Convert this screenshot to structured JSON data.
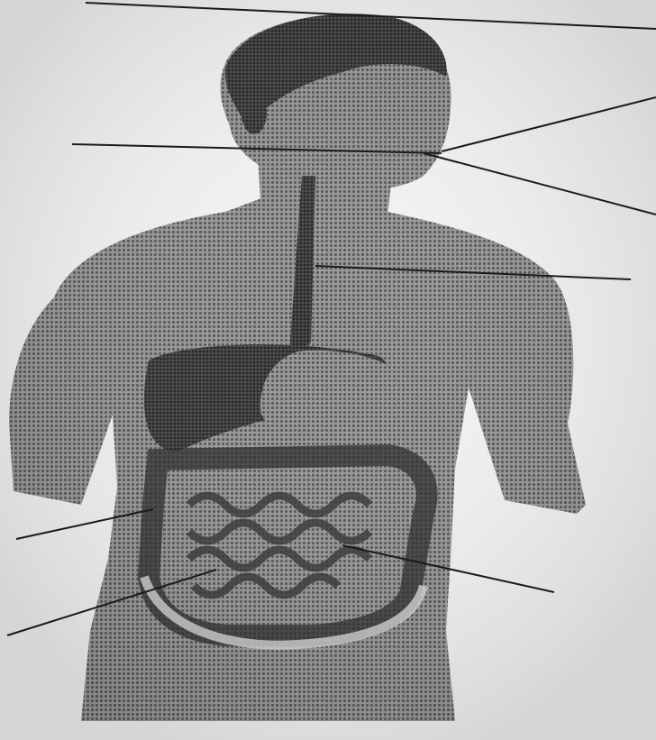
{
  "diagram": {
    "subject": "human-digestive-system",
    "style": "halftone-engraving",
    "labels": [
      {
        "id": "top",
        "text": ""
      },
      {
        "id": "left-mouth",
        "text": ""
      },
      {
        "id": "right-mouth-upper",
        "text": ""
      },
      {
        "id": "right-mouth-lower",
        "text": ""
      },
      {
        "id": "esophagus",
        "text": ""
      },
      {
        "id": "left-upper-abdomen",
        "text": ""
      },
      {
        "id": "left-lower-abdomen",
        "text": ""
      },
      {
        "id": "right-abdomen",
        "text": ""
      }
    ],
    "colors": {
      "background": "#f4f4f2",
      "ink": "#1a1a1a",
      "skin_dark": "#555555",
      "skin_mid": "#8a8a8a",
      "organ": "#3a3a3a"
    }
  }
}
